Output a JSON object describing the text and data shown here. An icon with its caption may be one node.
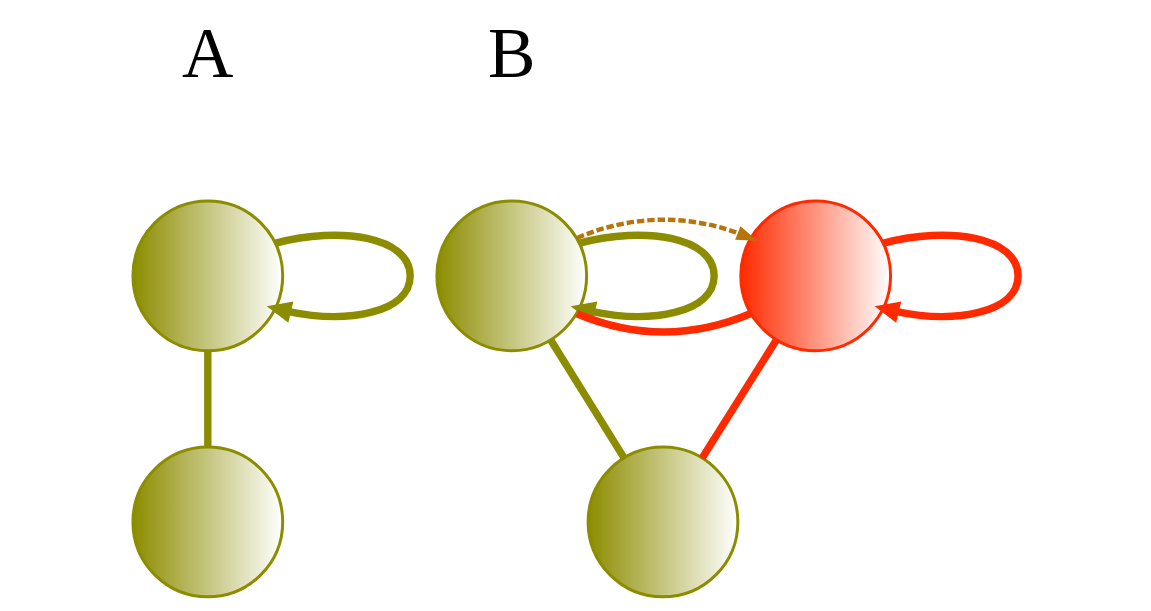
{
  "diagram": {
    "nodes": [
      {
        "text": [],
        "shape": "circle"
      },
      {
        "text": [],
        "shape": "circle"
      },
      {
        "text": [],
        "shape": "circle"
      },
      {
        "text": [],
        "shape": "circle"
      },
      {
        "text": [],
        "shape": "circle"
      }
    ],
    "edges": [
      {
        "from": 0,
        "to": 0,
        "arrow": "to"
      },
      {
        "from": 0,
        "to": 1,
        "arrow": "none"
      },
      {
        "from": 2,
        "to": 2,
        "arrow": "to"
      },
      {
        "from": 3,
        "to": 3,
        "arrow": "to",
        "color": "#ff2a00"
      },
      {
        "from": 2,
        "to": 3,
        "arrow": "none",
        "color": "#ff2a00"
      },
      {
        "from": 2,
        "to": 3,
        "arrow": "to",
        "style": "dashed",
        "color": "#b8740a"
      },
      {
        "from": 2,
        "to": 4,
        "arrow": "none"
      },
      {
        "from": 4,
        "to": 3,
        "arrow": "none",
        "color": "#ff2a00"
      }
    ],
    "labels": [
      "A",
      "B"
    ]
  }
}
